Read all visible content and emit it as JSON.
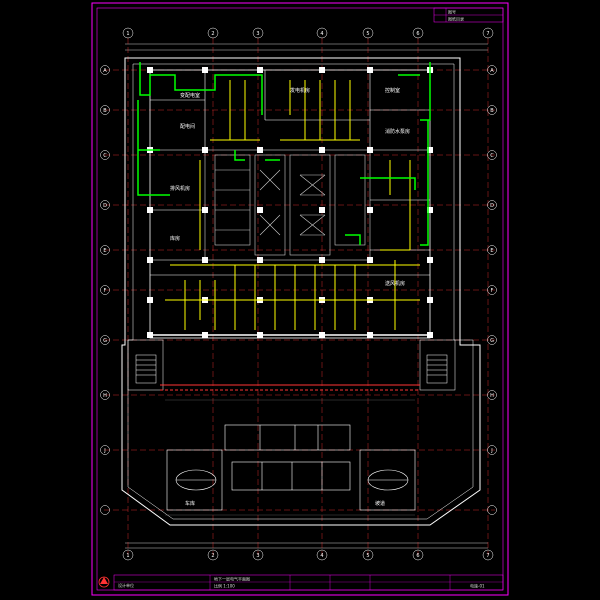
{
  "drawing": {
    "background": "#000000",
    "colors": {
      "frame": "#ff00ff",
      "grid": "#ff3333",
      "wall": "#ffffff",
      "power": "#ffff00",
      "lighting": "#00ff00",
      "core": "#cccccc"
    },
    "title_block": {
      "top_right": [
        "图号",
        "图纸目录"
      ],
      "bottom_left": "设计单位",
      "bottom_mid": "地下一层电气平面图",
      "bottom_scale": "比例 1:100",
      "sheet": "电施-01"
    },
    "rooms": {
      "r1": "变配电室",
      "r2": "配电间",
      "r3": "发电机房",
      "r4": "控制室",
      "r5": "消防水泵房",
      "r6": "排风机房",
      "r7": "送风机房",
      "r8": "库房",
      "r9": "车库",
      "r10": "坡道"
    },
    "axes_top": [
      "1",
      "2",
      "3",
      "4",
      "5",
      "6",
      "7"
    ],
    "axes_left": [
      "A",
      "B",
      "C",
      "D",
      "E",
      "F",
      "G",
      "H",
      "J"
    ]
  }
}
